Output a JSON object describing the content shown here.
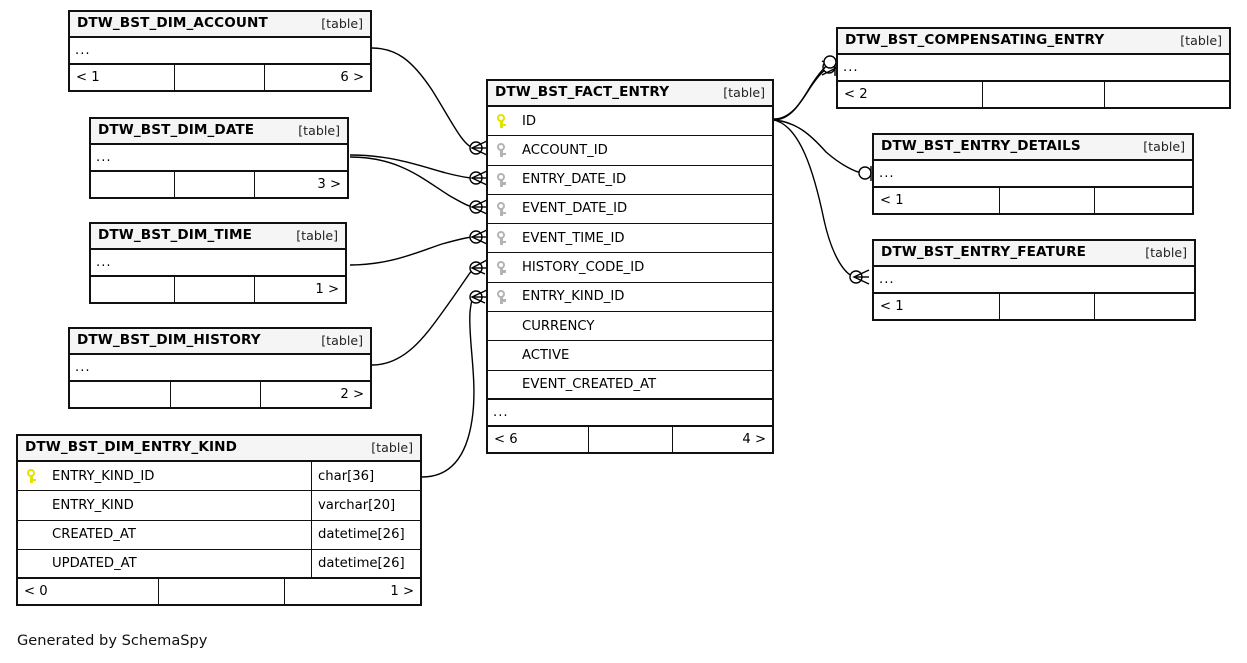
{
  "diagram": {
    "caption": "Generated by SchemaSpy",
    "table_tag": "[table]",
    "ellipsis": "...",
    "pk_icon": "key-icon-primary",
    "fk_icon": "key-icon-foreign"
  },
  "tables": [
    {
      "id": "dim_account",
      "name": "DTW_BST_DIM_ACCOUNT",
      "tag": "[table]",
      "columns": [],
      "ellipsis": "...",
      "footer": [
        "< 1",
        "",
        "6 >"
      ]
    },
    {
      "id": "dim_date",
      "name": "DTW_BST_DIM_DATE",
      "tag": "[table]",
      "columns": [],
      "ellipsis": "...",
      "footer": [
        "",
        "",
        "3 >"
      ]
    },
    {
      "id": "dim_time",
      "name": "DTW_BST_DIM_TIME",
      "tag": "[table]",
      "columns": [],
      "ellipsis": "...",
      "footer": [
        "",
        "",
        "1 >"
      ]
    },
    {
      "id": "dim_history",
      "name": "DTW_BST_DIM_HISTORY",
      "tag": "[table]",
      "columns": [],
      "ellipsis": "...",
      "footer": [
        "",
        "",
        "2 >"
      ]
    },
    {
      "id": "dim_entry_kind",
      "name": "DTW_BST_DIM_ENTRY_KIND",
      "tag": "[table]",
      "columns": [
        {
          "key": "pk",
          "name": "ENTRY_KIND_ID",
          "type": "char[36]"
        },
        {
          "key": "none",
          "name": "ENTRY_KIND",
          "type": "varchar[20]"
        },
        {
          "key": "none",
          "name": "CREATED_AT",
          "type": "datetime[26]"
        },
        {
          "key": "none",
          "name": "UPDATED_AT",
          "type": "datetime[26]"
        }
      ],
      "ellipsis": null,
      "footer": [
        "< 0",
        "",
        "1 >"
      ]
    },
    {
      "id": "fact_entry",
      "name": "DTW_BST_FACT_ENTRY",
      "tag": "[table]",
      "columns": [
        {
          "key": "pk",
          "name": "ID",
          "type": ""
        },
        {
          "key": "fk",
          "name": "ACCOUNT_ID",
          "type": ""
        },
        {
          "key": "fk",
          "name": "ENTRY_DATE_ID",
          "type": ""
        },
        {
          "key": "fk",
          "name": "EVENT_DATE_ID",
          "type": ""
        },
        {
          "key": "fk",
          "name": "EVENT_TIME_ID",
          "type": ""
        },
        {
          "key": "fk",
          "name": "HISTORY_CODE_ID",
          "type": ""
        },
        {
          "key": "fk",
          "name": "ENTRY_KIND_ID",
          "type": ""
        },
        {
          "key": "none",
          "name": "CURRENCY",
          "type": ""
        },
        {
          "key": "none",
          "name": "ACTIVE",
          "type": ""
        },
        {
          "key": "none",
          "name": "EVENT_CREATED_AT",
          "type": ""
        }
      ],
      "ellipsis": "...",
      "footer": [
        "< 6",
        "",
        "4 >"
      ]
    },
    {
      "id": "compensating_entry",
      "name": "DTW_BST_COMPENSATING_ENTRY",
      "tag": "[table]",
      "columns": [],
      "ellipsis": "...",
      "footer": [
        "< 2",
        "",
        ""
      ]
    },
    {
      "id": "entry_details",
      "name": "DTW_BST_ENTRY_DETAILS",
      "tag": "[table]",
      "columns": [],
      "ellipsis": "...",
      "footer": [
        "< 1",
        "",
        ""
      ]
    },
    {
      "id": "entry_feature",
      "name": "DTW_BST_ENTRY_FEATURE",
      "tag": "[table]",
      "columns": [],
      "ellipsis": "...",
      "footer": [
        "< 1",
        "",
        ""
      ]
    }
  ],
  "relationships": [
    {
      "from": "dim_account",
      "to": "fact_entry",
      "to_column": "ACCOUNT_ID"
    },
    {
      "from": "dim_date",
      "to": "fact_entry",
      "to_column": "ENTRY_DATE_ID"
    },
    {
      "from": "dim_date",
      "to": "fact_entry",
      "to_column": "EVENT_DATE_ID"
    },
    {
      "from": "dim_time",
      "to": "fact_entry",
      "to_column": "EVENT_TIME_ID"
    },
    {
      "from": "dim_history",
      "to": "fact_entry",
      "to_column": "HISTORY_CODE_ID"
    },
    {
      "from": "dim_entry_kind",
      "to": "fact_entry",
      "to_column": "ENTRY_KIND_ID"
    },
    {
      "from": "fact_entry",
      "to": "compensating_entry"
    },
    {
      "from": "fact_entry",
      "to": "compensating_entry"
    },
    {
      "from": "fact_entry",
      "to": "entry_details"
    },
    {
      "from": "fact_entry",
      "to": "entry_feature"
    }
  ],
  "colors": {
    "border": "#111111",
    "header_bg": "#f5f5f5",
    "pk_key": "#e3e300",
    "fk_key": "#b3b3b3",
    "background": "#ffffff"
  }
}
